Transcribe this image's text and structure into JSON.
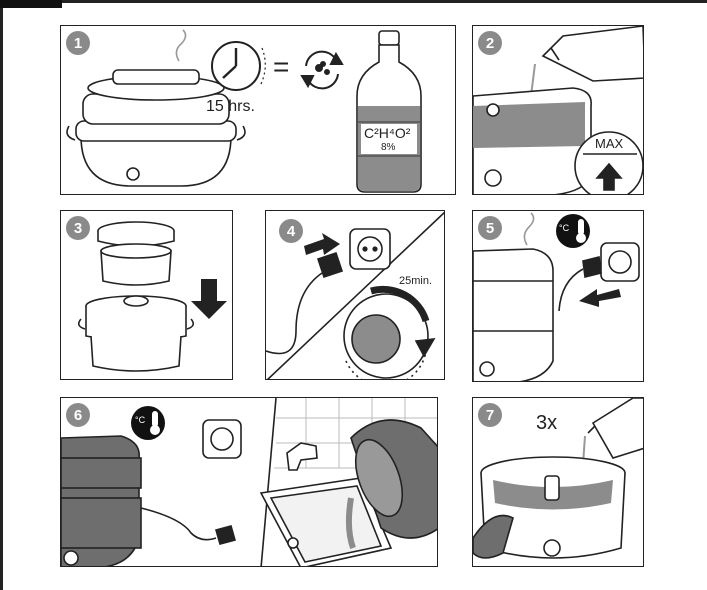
{
  "steps": [
    {
      "number": "1",
      "text": "15 hrs.",
      "bottle_formula": "C²H⁴O²",
      "bottle_percent": "8%"
    },
    {
      "number": "2",
      "max_label": "MAX"
    },
    {
      "number": "3"
    },
    {
      "number": "4",
      "time_label": "25min."
    },
    {
      "number": "5",
      "temp_label": "°C"
    },
    {
      "number": "6",
      "temp_label": "°C"
    },
    {
      "number": "7",
      "repeat_label": "3x"
    }
  ],
  "colors": {
    "line": "#222222",
    "liquid": "#8c8c8c",
    "badge": "#8a8a8a",
    "dark_body": "#6e6e6e"
  }
}
